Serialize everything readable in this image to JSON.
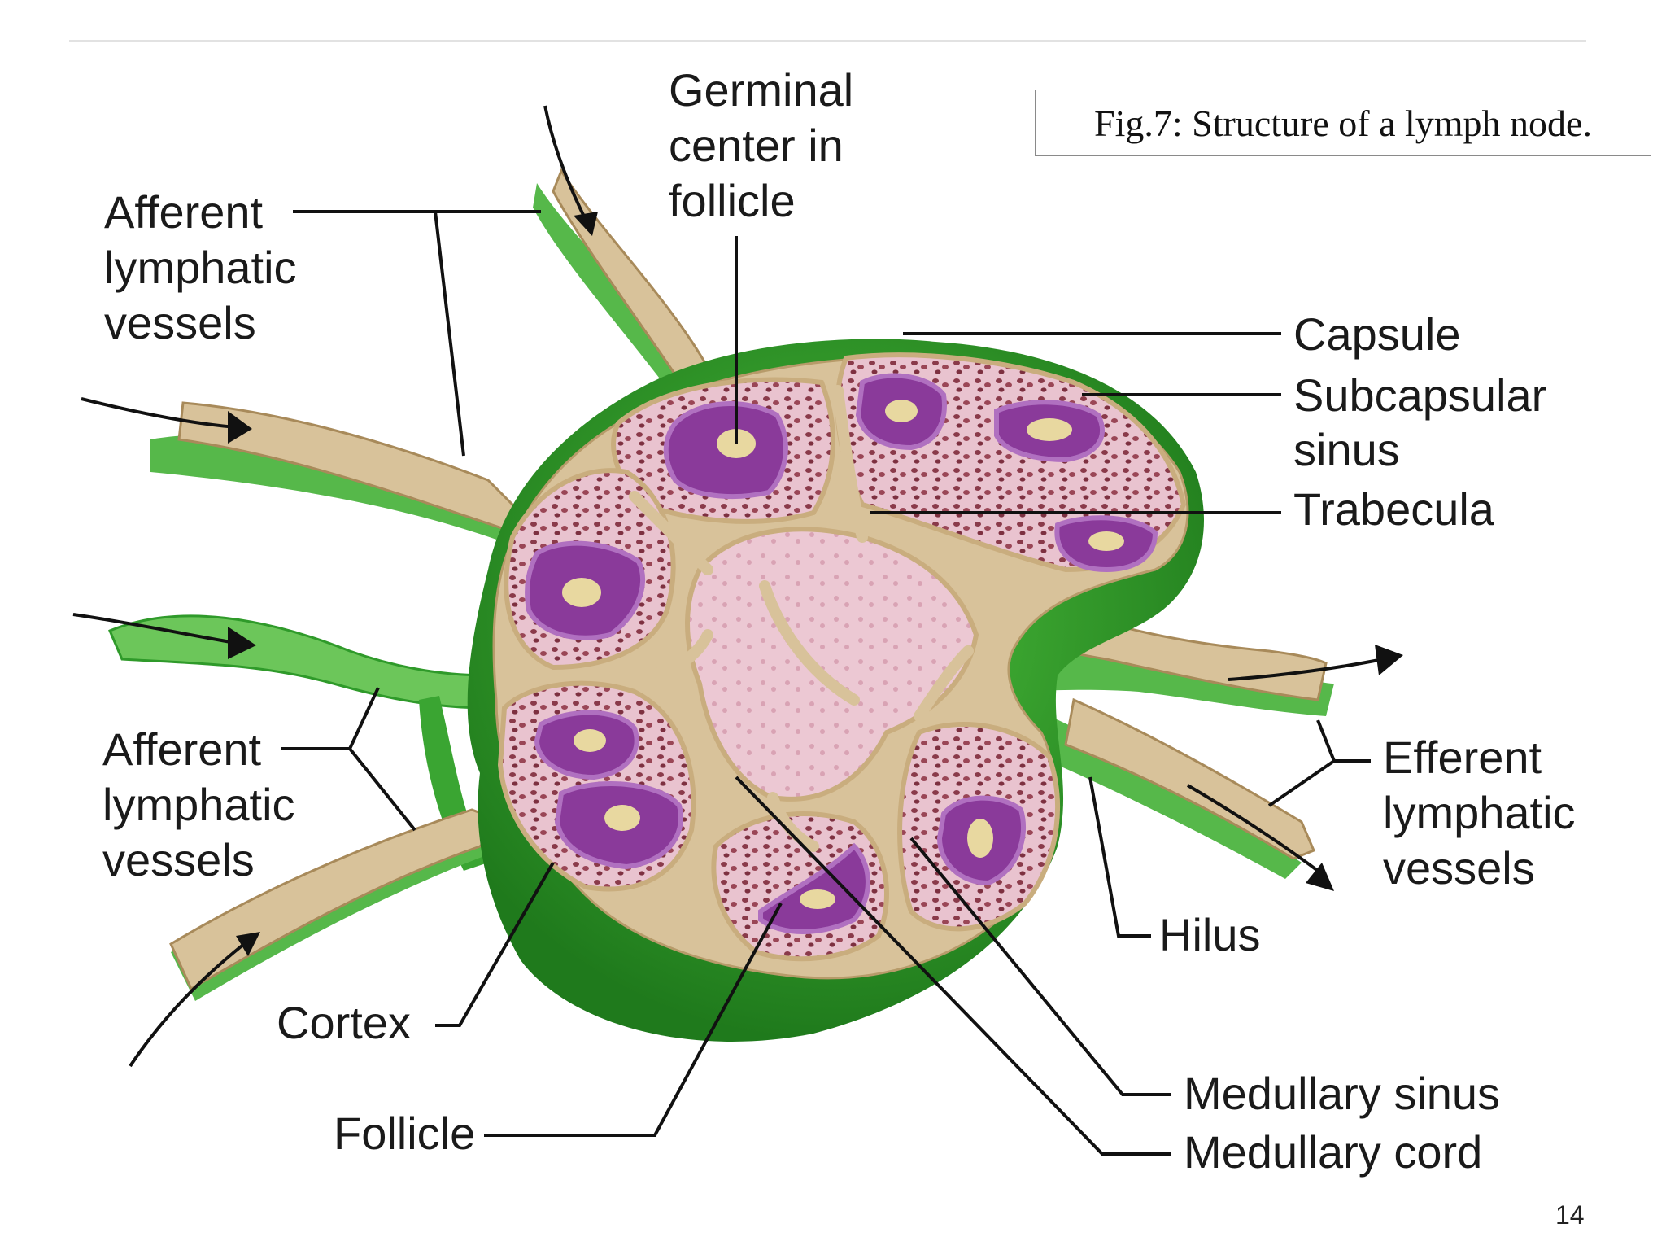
{
  "caption": "Fig.7: Structure of a lymph node.",
  "page_number": "14",
  "labels": {
    "germinal_center": [
      "Germinal",
      "center in",
      "follicle"
    ],
    "afferent_top": [
      "Afferent",
      "lymphatic",
      "vessels"
    ],
    "afferent_bottom": [
      "Afferent",
      "lymphatic",
      "vessels"
    ],
    "capsule": "Capsule",
    "subcapsular_sinus": [
      "Subcapsular",
      "sinus"
    ],
    "trabecula": "Trabecula",
    "efferent": [
      "Efferent",
      "lymphatic",
      "vessels"
    ],
    "hilus": "Hilus",
    "cortex": "Cortex",
    "follicle": "Follicle",
    "medullary_sinus": "Medullary sinus",
    "medullary_cord": "Medullary cord"
  },
  "colors": {
    "capsule_green": "#2f9a2a",
    "light_green": "#7fd06a",
    "tan": "#d8c29a",
    "tan_dark": "#a88a5a",
    "pink": "#e9c3cf",
    "dots": "#8a3a4a",
    "purple": "#8a3a9a",
    "purple_light": "#b070c0",
    "germinal_core": "#e8d8a0"
  }
}
